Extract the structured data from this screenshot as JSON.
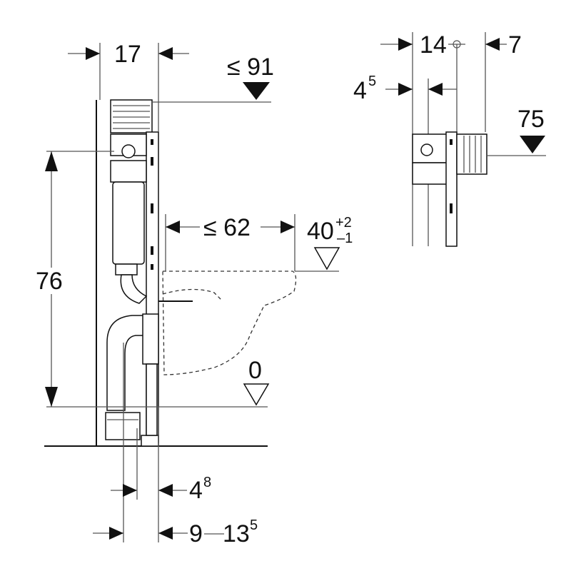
{
  "drawing": {
    "side_view": {
      "width_label": "17",
      "height_top_label": "≤ 91",
      "height_label": "76",
      "projection_label": "≤ 62",
      "bowl_height_label": "40",
      "bowl_height_tol_plus": "+2",
      "bowl_height_tol_minus": "–1",
      "floor_label": "0",
      "pipe_offset_label": "4",
      "pipe_offset_sup": "8",
      "depth_min_label": "9",
      "depth_max_label": "13",
      "depth_max_sup": "5"
    },
    "top_view": {
      "width_label": "14",
      "right_offset_label": "7",
      "left_offset_label": "4",
      "left_offset_sup": "5",
      "height_label": "75"
    }
  }
}
